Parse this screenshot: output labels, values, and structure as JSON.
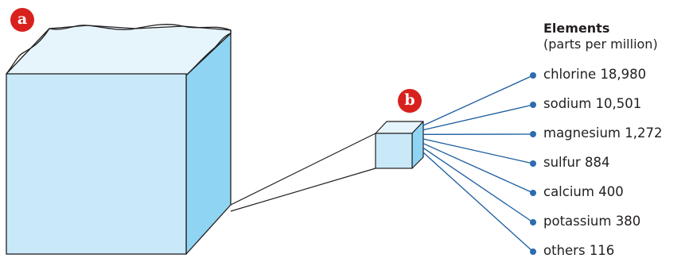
{
  "badges": {
    "a": "a",
    "b": "b"
  },
  "legend": {
    "title": "Elements",
    "subtitle": "(parts per million)",
    "items": [
      {
        "name": "chlorine",
        "value": "18,980"
      },
      {
        "name": "sodium",
        "value": "10,501"
      },
      {
        "name": "magnesium",
        "value": "1,272"
      },
      {
        "name": "sulfur",
        "value": "884"
      },
      {
        "name": "calcium",
        "value": "400"
      },
      {
        "name": "potassium",
        "value": "380"
      },
      {
        "name": "others",
        "value": "116"
      }
    ]
  },
  "colors": {
    "water_front": "#c9e9f9",
    "water_top": "#e6f5fc",
    "water_side": "#8fd5f3",
    "connector_line": "#1a5c9e",
    "dot": "#2c6cb0",
    "badge": "#d8211d"
  }
}
